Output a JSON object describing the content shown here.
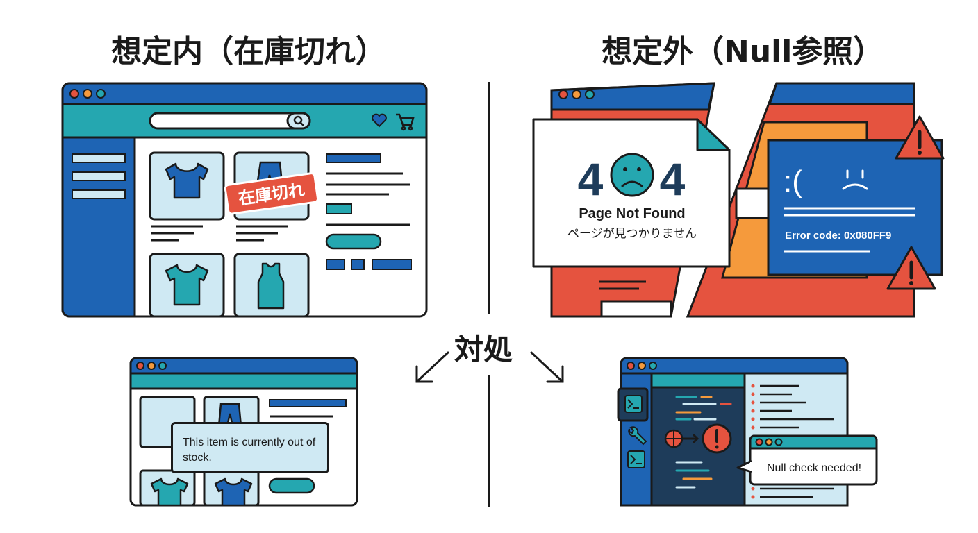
{
  "titles": {
    "left": "想定内（在庫切れ）",
    "right": "想定外（Null参照）",
    "center": "対処"
  },
  "shop_panel": {
    "badge": "在庫切れ"
  },
  "error_404": {
    "digit_left": "4",
    "digit_right": "4",
    "title": "Page Not Found",
    "subtitle": "ページが見つかりません"
  },
  "bsod": {
    "face": ":(",
    "error_code": "Error code: 0x080FF9"
  },
  "out_of_stock_tooltip": {
    "text": "This item is currently out of stock."
  },
  "null_check_popup": {
    "text": "Null check needed!"
  },
  "colors": {
    "blue": "#1e64b4",
    "teal": "#25a7b0",
    "light_blue": "#cfe9f3",
    "red": "#e5533f",
    "orange": "#f59a3c",
    "dark_navy": "#1e3c5a",
    "outline": "#1a1a1a"
  }
}
